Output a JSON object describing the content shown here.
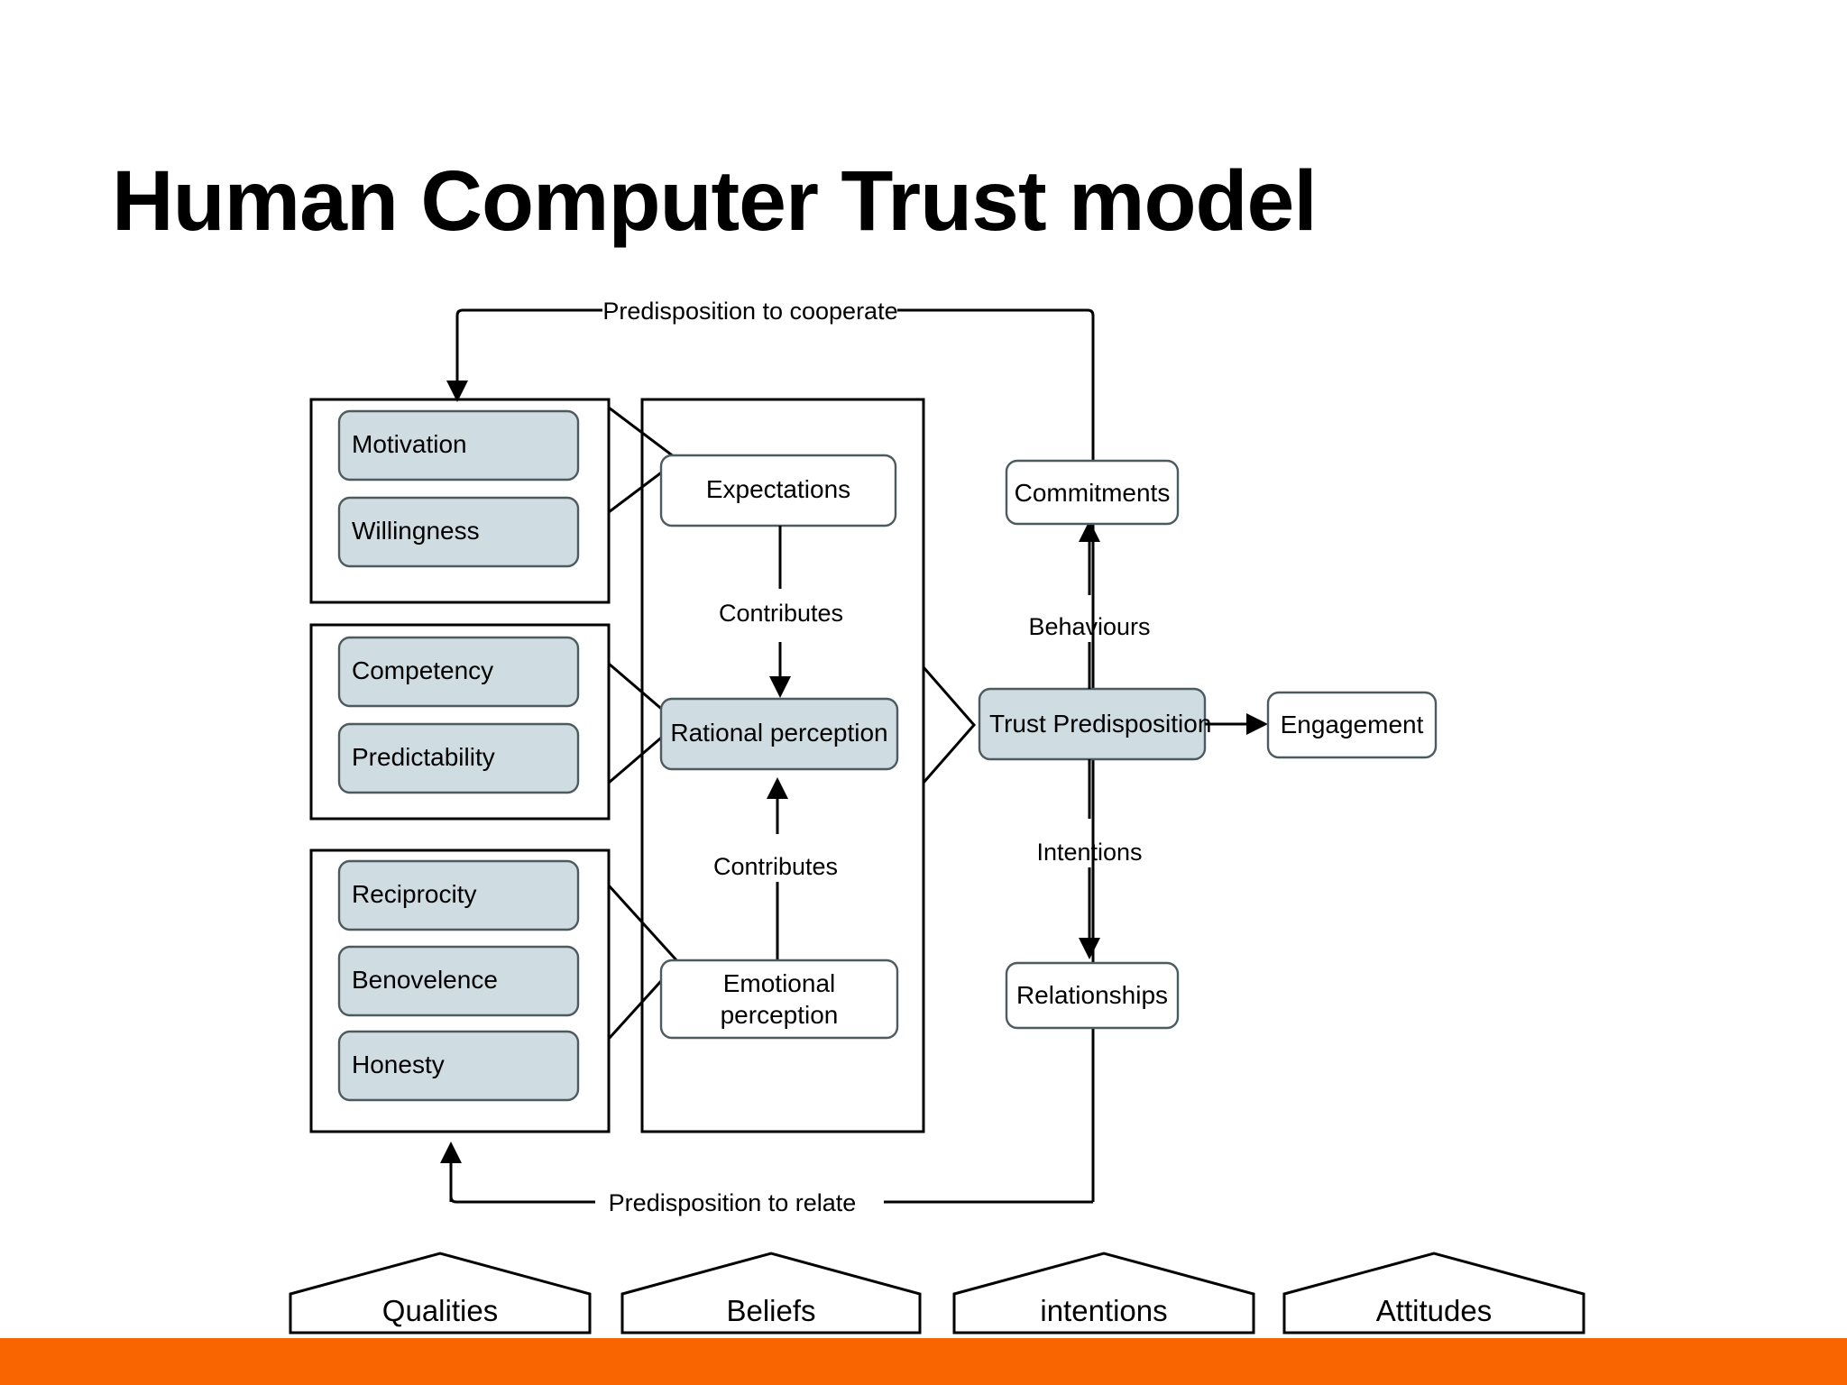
{
  "slide": {
    "title": "Human Computer Trust model",
    "background_color": "#ffffff",
    "footer_bar_color": "#f96500"
  },
  "colors": {
    "node_fill_blue": "#cfdce2",
    "node_fill_white": "#ffffff",
    "node_stroke": "#4d5a60",
    "line": "#000000",
    "accent_orange": "#f96500"
  },
  "diagram": {
    "type": "flowchart",
    "groups": [
      {
        "id": "group-qualities-motivation",
        "items": [
          {
            "id": "node-motivation",
            "label": "Motivation",
            "fill": "blue"
          },
          {
            "id": "node-willingness",
            "label": "Willingness",
            "fill": "blue"
          }
        ]
      },
      {
        "id": "group-qualities-competency",
        "items": [
          {
            "id": "node-competency",
            "label": "Competency",
            "fill": "blue"
          },
          {
            "id": "node-predictability",
            "label": "Predictability",
            "fill": "blue"
          }
        ]
      },
      {
        "id": "group-qualities-reciprocity",
        "items": [
          {
            "id": "node-reciprocity",
            "label": "Reciprocity",
            "fill": "blue"
          },
          {
            "id": "node-benovelence",
            "label": "Benovelence",
            "fill": "blue"
          },
          {
            "id": "node-honesty",
            "label": "Honesty",
            "fill": "blue"
          }
        ]
      }
    ],
    "beliefs": {
      "id": "group-beliefs",
      "items": [
        {
          "id": "node-expectations",
          "label": "Expectations",
          "fill": "white"
        },
        {
          "id": "node-rational-perception",
          "label": "Rational perception",
          "fill": "blue"
        },
        {
          "id": "node-emotional-perception",
          "label_line1": "Emotional",
          "label_line2": "perception",
          "fill": "white"
        }
      ]
    },
    "outcomes": [
      {
        "id": "node-commitments",
        "label": "Commitments",
        "fill": "white"
      },
      {
        "id": "node-trust-predisposition",
        "label": "Trust Predisposition",
        "fill": "blue"
      },
      {
        "id": "node-engagement",
        "label": "Engagement",
        "fill": "white"
      },
      {
        "id": "node-relationships",
        "label": "Relationships",
        "fill": "white"
      }
    ],
    "edge_labels": {
      "predisposition_cooperate": "Predisposition to cooperate",
      "predisposition_relate": "Predisposition to relate",
      "contributes_top": "Contributes",
      "contributes_bottom": "Contributes",
      "behaviours": "Behaviours",
      "intentions": "Intentions"
    },
    "legend_pentagons": [
      {
        "id": "pentagon-qualities",
        "label": "Qualities"
      },
      {
        "id": "pentagon-beliefs",
        "label": "Beliefs"
      },
      {
        "id": "pentagon-intentions",
        "label": "intentions"
      },
      {
        "id": "pentagon-attitudes",
        "label": "Attitudes"
      }
    ]
  }
}
